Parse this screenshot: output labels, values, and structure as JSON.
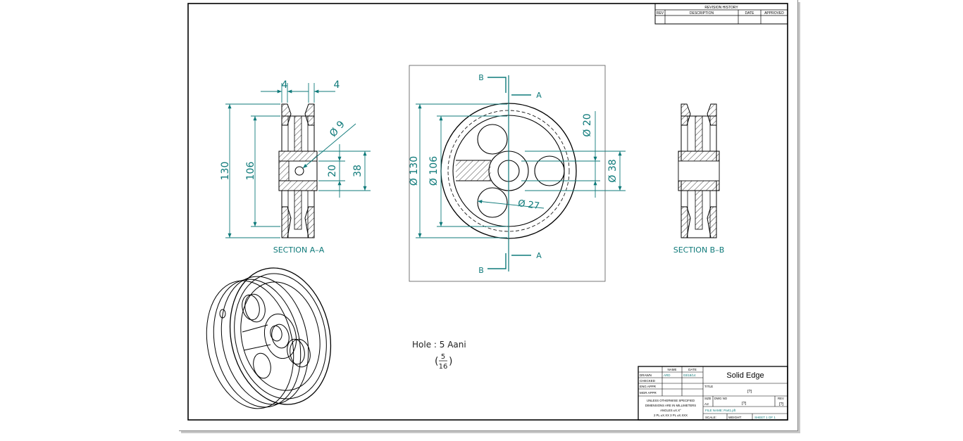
{
  "revision": {
    "title": "REVISION HISTORY",
    "cols": [
      "REV",
      "DESCRIPTION",
      "DATE",
      "APPROVED"
    ]
  },
  "views": {
    "section_aa": {
      "label": "SECTION A–A",
      "dims": {
        "width_left": "4",
        "width_right": "4",
        "hole": "Ø 9",
        "d130": "130",
        "d106": "106",
        "d20": "20",
        "d38": "38"
      }
    },
    "front": {
      "marker_b": "B",
      "marker_a": "A",
      "dims": {
        "d130": "Ø 130",
        "d106": "Ø 106",
        "d20": "Ø 20",
        "d38": "Ø 38",
        "d27": "Ø 27"
      }
    },
    "section_bb": {
      "label": "SECTION B–B"
    }
  },
  "note": {
    "text": "Hole : 5 Aani",
    "num": "5",
    "den": "16",
    "lparen": "(",
    "rparen": ")"
  },
  "title_block": {
    "head_name": "NAME",
    "head_date": "DATE",
    "rows": [
      {
        "label": "DRAWN",
        "name": "ARD",
        "date": "03/18/14"
      },
      {
        "label": "CHECKED",
        "name": "",
        "date": ""
      },
      {
        "label": "ENG APPR",
        "name": "",
        "date": ""
      },
      {
        "label": "MGR APPR",
        "name": "",
        "date": ""
      }
    ],
    "notes": [
      "UNLESS OTHERWISE SPECIFIED",
      "DIMENSIONS ARE IN MILLIMETERS",
      "ANGLES ±X.X°",
      "2 PL ±X.XX 3 PL ±X.XXX"
    ],
    "company": "Solid Edge",
    "title_label": "TITLE",
    "title_value": "[?]",
    "size_label": "SIZE",
    "size_value": "A2",
    "dwg_label": "DWG NO",
    "dwg_value": "[?]",
    "rev_label": "REV",
    "rev_value": "[?]",
    "file_name": "FILE NAME: Part1.pft",
    "scale_label": "SCALE:",
    "weight_label": "WEIGHT:",
    "sheet": "SHEET 1 OF 1"
  },
  "colors": {
    "dimension": "#0f7a7a",
    "line": "#000000"
  }
}
